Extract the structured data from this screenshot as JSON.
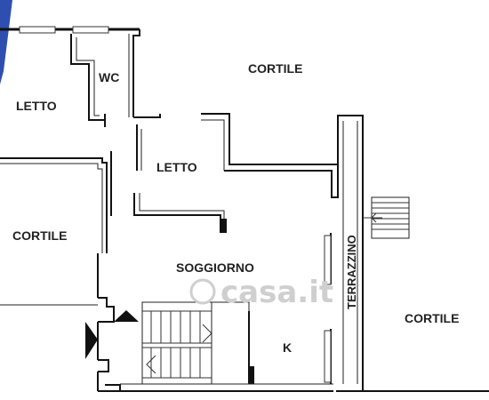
{
  "rooms": {
    "letto_left": "LETTO",
    "wc": "WC",
    "cortile_top": "CORTILE",
    "letto_center": "LETTO",
    "cortile_left": "CORTILE",
    "soggiorno": "SOGGIORNO",
    "terrazzino": "TERRAZZINO",
    "cortile_right": "CORTILE",
    "kitchen": "K"
  },
  "watermark": "casa.it",
  "colors": {
    "walls": "#111111",
    "corner_accent": "#2f4fb0",
    "watermark": "#cfcfcf"
  }
}
